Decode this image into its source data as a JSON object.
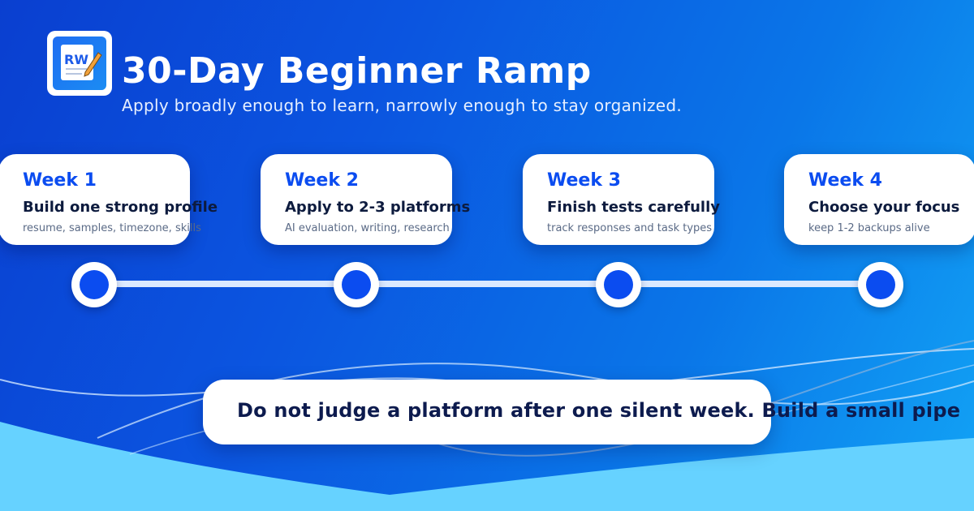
{
  "header": {
    "logo_text": "RW",
    "title": "30-Day Beginner Ramp",
    "subtitle": "Apply broadly enough to learn, narrowly enough to stay organized."
  },
  "timeline": {
    "weeks": [
      {
        "label": "Week 1",
        "heading": "Build one strong profile",
        "detail": "resume, samples, timezone, skills"
      },
      {
        "label": "Week 2",
        "heading": "Apply to 2-3 platforms",
        "detail": "AI evaluation, writing, research"
      },
      {
        "label": "Week 3",
        "heading": "Finish tests carefully",
        "detail": "track responses and task types"
      },
      {
        "label": "Week 4",
        "heading": "Choose your focus",
        "detail": "keep 1-2 backups alive"
      }
    ]
  },
  "note": {
    "text": "Do not judge a platform after one silent week. Build a small pipe"
  },
  "colors": {
    "accent": "#0b4cf0",
    "dark_text": "#0d1b3e",
    "light_band": "#66d2ff"
  }
}
